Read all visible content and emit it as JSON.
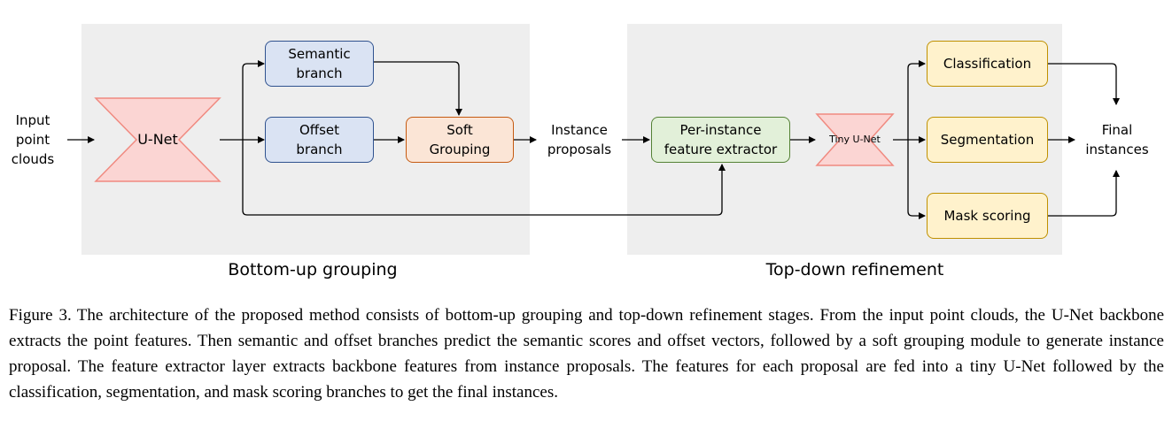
{
  "diagram": {
    "input_label": "Input\npoint\nclouds",
    "unet_label": "U-Net",
    "semantic_branch": "Semantic\nbranch",
    "offset_branch": "Offset\nbranch",
    "soft_grouping": "Soft\nGrouping",
    "instance_proposals": "Instance\nproposals",
    "feature_extractor": "Per-instance\nfeature extractor",
    "tiny_unet_label": "Tiny U-Net",
    "classification": "Classification",
    "segmentation": "Segmentation",
    "mask_scoring": "Mask scoring",
    "final_instances": "Final\ninstances",
    "stage_left": "Bottom-up grouping",
    "stage_right": "Top-down refinement",
    "colors": {
      "panel": "#eeeeee",
      "unet_fill": "#fbd5d3",
      "unet_stroke": "#f08a80",
      "blue_fill": "#dae3f3",
      "orange_fill": "#fbe5d6",
      "green_fill": "#e2f0d9",
      "yellow_fill": "#fff2cc"
    }
  },
  "caption": {
    "label": "Figure 3.",
    "text": "The architecture of the proposed method consists of bottom-up grouping and top-down refinement stages. From the input point clouds, the U-Net backbone extracts the point features. Then semantic and offset branches predict the semantic scores and offset vectors, followed by a soft grouping module to generate instance proposal. The feature extractor layer extracts backbone features from instance proposals. The features for each proposal are fed into a tiny U-Net followed by the classification, segmentation, and mask scoring branches to get the final instances."
  }
}
